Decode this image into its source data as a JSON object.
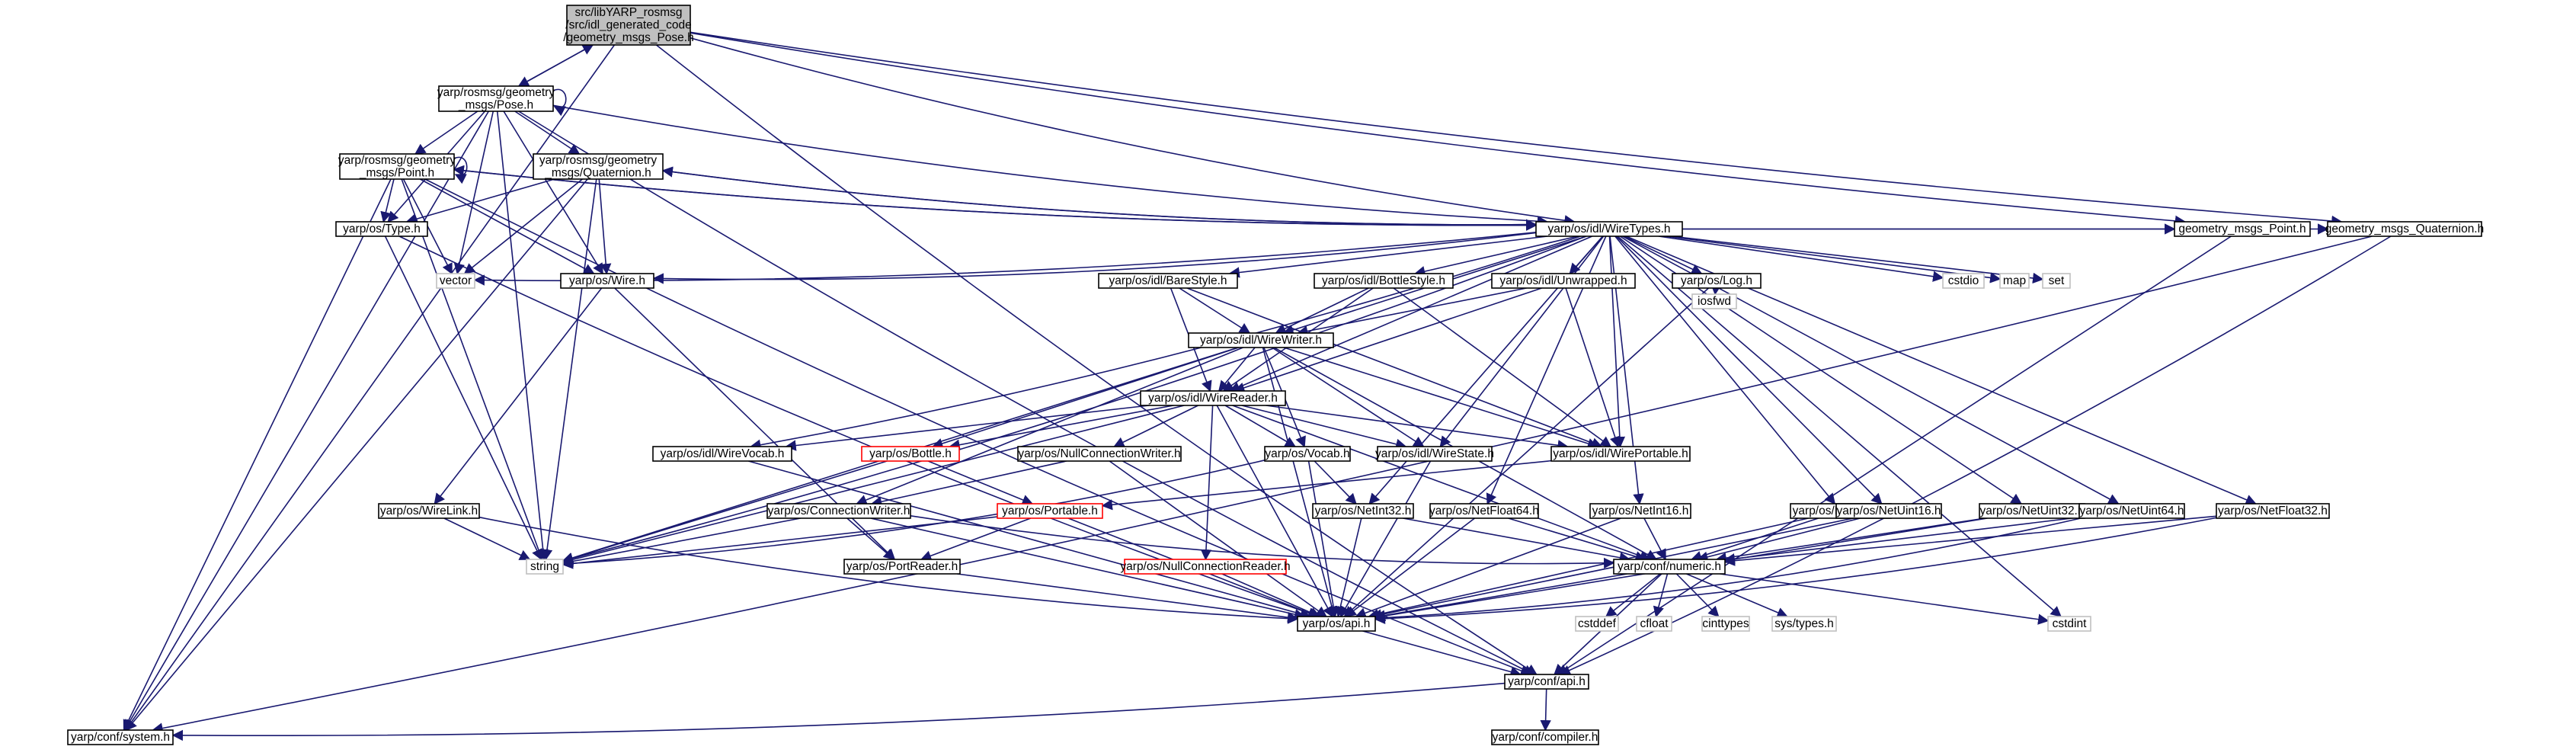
{
  "diagram": {
    "colors": {
      "edge": "#191970",
      "root_fill": "#bfbfbf",
      "system_border": "#bfbfbf",
      "truncated_border": "#ff0000"
    },
    "nodes": [
      {
        "id": "root",
        "lines": [
          "src/libYARP_rosmsg",
          "/src/idl_generated_code",
          "/geometry_msgs_Pose.h"
        ],
        "style": "root"
      },
      {
        "id": "pose",
        "lines": [
          "yarp/rosmsg/geometry",
          "_msgs/Pose.h"
        ],
        "style": "normal"
      },
      {
        "id": "point",
        "lines": [
          "yarp/rosmsg/geometry",
          "_msgs/Point.h"
        ],
        "style": "normal"
      },
      {
        "id": "quat",
        "lines": [
          "yarp/rosmsg/geometry",
          "_msgs/Quaternion.h"
        ],
        "style": "normal"
      },
      {
        "id": "wiretypes",
        "lines": [
          "yarp/os/idl/WireTypes.h"
        ],
        "style": "normal"
      },
      {
        "id": "gmpoint",
        "lines": [
          "geometry_msgs_Point.h"
        ],
        "style": "normal"
      },
      {
        "id": "gmquat",
        "lines": [
          "geometry_msgs_Quaternion.h"
        ],
        "style": "normal"
      },
      {
        "id": "type",
        "lines": [
          "yarp/os/Type.h"
        ],
        "style": "normal"
      },
      {
        "id": "vector",
        "lines": [
          "vector"
        ],
        "style": "system"
      },
      {
        "id": "wire",
        "lines": [
          "yarp/os/Wire.h"
        ],
        "style": "normal"
      },
      {
        "id": "barestyle",
        "lines": [
          "yarp/os/idl/BareStyle.h"
        ],
        "style": "normal"
      },
      {
        "id": "bottlestyle",
        "lines": [
          "yarp/os/idl/BottleStyle.h"
        ],
        "style": "normal"
      },
      {
        "id": "unwrapped",
        "lines": [
          "yarp/os/idl/Unwrapped.h"
        ],
        "style": "normal"
      },
      {
        "id": "log",
        "lines": [
          "yarp/os/Log.h"
        ],
        "style": "normal"
      },
      {
        "id": "iosfwd",
        "lines": [
          "iosfwd"
        ],
        "style": "system"
      },
      {
        "id": "cstdio",
        "lines": [
          "cstdio"
        ],
        "style": "system"
      },
      {
        "id": "map",
        "lines": [
          "map"
        ],
        "style": "system"
      },
      {
        "id": "set",
        "lines": [
          "set"
        ],
        "style": "system"
      },
      {
        "id": "wirewriter",
        "lines": [
          "yarp/os/idl/WireWriter.h"
        ],
        "style": "normal"
      },
      {
        "id": "wirereader",
        "lines": [
          "yarp/os/idl/WireReader.h"
        ],
        "style": "normal"
      },
      {
        "id": "wirevocab",
        "lines": [
          "yarp/os/idl/WireVocab.h"
        ],
        "style": "normal"
      },
      {
        "id": "bottle",
        "lines": [
          "yarp/os/Bottle.h"
        ],
        "style": "truncated"
      },
      {
        "id": "nullconnwriter",
        "lines": [
          "yarp/os/NullConnectionWriter.h"
        ],
        "style": "normal"
      },
      {
        "id": "vocab",
        "lines": [
          "yarp/os/Vocab.h"
        ],
        "style": "normal"
      },
      {
        "id": "wirestate",
        "lines": [
          "yarp/os/idl/WireState.h"
        ],
        "style": "normal"
      },
      {
        "id": "wireportable",
        "lines": [
          "yarp/os/idl/WirePortable.h"
        ],
        "style": "normal"
      },
      {
        "id": "wirelink",
        "lines": [
          "yarp/os/WireLink.h"
        ],
        "style": "normal"
      },
      {
        "id": "connwriter",
        "lines": [
          "yarp/os/ConnectionWriter.h"
        ],
        "style": "normal"
      },
      {
        "id": "portable",
        "lines": [
          "yarp/os/Portable.h"
        ],
        "style": "truncated"
      },
      {
        "id": "netint32",
        "lines": [
          "yarp/os/NetInt32.h"
        ],
        "style": "normal"
      },
      {
        "id": "netfloat64",
        "lines": [
          "yarp/os/NetFloat64.h"
        ],
        "style": "normal"
      },
      {
        "id": "netint16",
        "lines": [
          "yarp/os/NetInt16.h"
        ],
        "style": "normal"
      },
      {
        "id": "netint64",
        "lines": [
          "yarp/os/NetInt64.h"
        ],
        "style": "normal"
      },
      {
        "id": "netuint16",
        "lines": [
          "yarp/os/NetUint16.h"
        ],
        "style": "normal"
      },
      {
        "id": "netuint32",
        "lines": [
          "yarp/os/NetUint32.h"
        ],
        "style": "normal"
      },
      {
        "id": "netuint64",
        "lines": [
          "yarp/os/NetUint64.h"
        ],
        "style": "normal"
      },
      {
        "id": "netfloat32",
        "lines": [
          "yarp/os/NetFloat32.h"
        ],
        "style": "normal"
      },
      {
        "id": "string",
        "lines": [
          "string"
        ],
        "style": "system"
      },
      {
        "id": "portreader",
        "lines": [
          "yarp/os/PortReader.h"
        ],
        "style": "normal"
      },
      {
        "id": "nullconnreader",
        "lines": [
          "yarp/os/NullConnectionReader.h"
        ],
        "style": "truncated"
      },
      {
        "id": "numeric",
        "lines": [
          "yarp/conf/numeric.h"
        ],
        "style": "normal"
      },
      {
        "id": "osapi",
        "lines": [
          "yarp/os/api.h"
        ],
        "style": "normal"
      },
      {
        "id": "cstddef",
        "lines": [
          "cstddef"
        ],
        "style": "system"
      },
      {
        "id": "cfloat",
        "lines": [
          "cfloat"
        ],
        "style": "system"
      },
      {
        "id": "cinttypes",
        "lines": [
          "cinttypes"
        ],
        "style": "system"
      },
      {
        "id": "systypes",
        "lines": [
          "sys/types.h"
        ],
        "style": "system"
      },
      {
        "id": "cstdint",
        "lines": [
          "cstdint"
        ],
        "style": "system"
      },
      {
        "id": "confapi",
        "lines": [
          "yarp/conf/api.h"
        ],
        "style": "normal"
      },
      {
        "id": "system",
        "lines": [
          "yarp/conf/system.h"
        ],
        "style": "normal"
      },
      {
        "id": "compiler",
        "lines": [
          "yarp/conf/compiler.h"
        ],
        "style": "normal"
      }
    ]
  }
}
